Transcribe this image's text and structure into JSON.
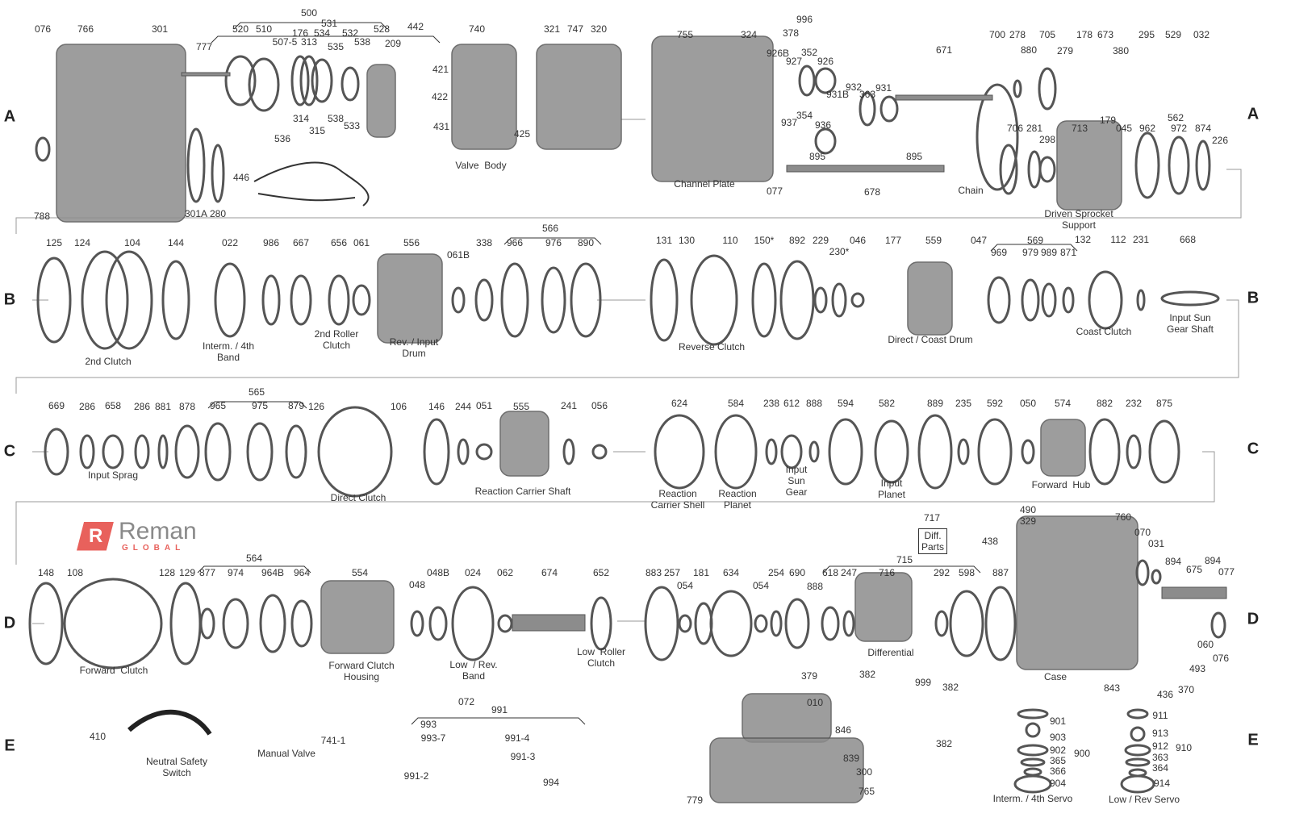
{
  "row_letters": [
    "A",
    "B",
    "C",
    "D",
    "E"
  ],
  "logo": {
    "name": "Reman",
    "sub": "GLOBAL",
    "mark": "R"
  },
  "diff_parts_box": "Diff.\nParts",
  "colors": {
    "part": "#8c8c8c",
    "part_dark": "#555555",
    "line": "#9a9a9a",
    "brand": "#e8615c"
  },
  "labels": [
    "076",
    "766",
    "301",
    "777",
    "788",
    "301A",
    "280",
    "500",
    "531",
    "520",
    "510",
    "507-5",
    "176",
    "313",
    "534",
    "532",
    "538",
    "535",
    "528",
    "209",
    "442",
    "314",
    "315",
    "538",
    "533",
    "536",
    "421",
    "422",
    "431",
    "446",
    "740",
    "Valve  Body",
    "425",
    "321",
    "747",
    "320",
    "996",
    "378",
    "755",
    "324",
    "926B",
    "927",
    "352",
    "926",
    "932",
    "931B",
    "363",
    "931",
    "671",
    "937",
    "354",
    "936",
    "895",
    "895",
    "Channel Plate",
    "077",
    "678",
    "Chain",
    "700",
    "278",
    "880",
    "705",
    "279",
    "178",
    "673",
    "380",
    "295",
    "529",
    "032",
    "562",
    "706",
    "281",
    "298",
    "713",
    "179",
    "045",
    "962",
    "972",
    "874",
    "226",
    "Driven Sprocket\nSupport",
    "125",
    "124",
    "104",
    "144",
    "2nd Clutch",
    "022",
    "Interm. / 4th\nBand",
    "986",
    "667",
    "656",
    "061",
    "2nd Roller\nClutch",
    "556",
    "Rev. / Input\nDrum",
    "061B",
    "338",
    "566",
    "966",
    "976",
    "890",
    "131",
    "130",
    "110",
    "150*",
    "892",
    "229",
    "230*",
    "046",
    "177",
    "559",
    "Reverse Clutch",
    "Direct / Coast Drum",
    "047",
    "569",
    "969",
    "979",
    "989",
    "871",
    "132",
    "112",
    "231",
    "668",
    "Coast Clutch",
    "Input Sun\nGear Shaft",
    "669",
    "286",
    "658",
    "286",
    "881",
    "878",
    "565",
    "965",
    "975",
    "879",
    "126",
    "106",
    "Direct Clutch",
    "Input Sprag",
    "146",
    "244",
    "051",
    "555",
    "241",
    "056",
    "Reaction Carrier Shaft",
    "624",
    "584",
    "238",
    "612",
    "888",
    "594",
    "582",
    "889",
    "235",
    "592",
    "050",
    "574",
    "882",
    "232",
    "875",
    "Reaction\nCarrier Shell",
    "Reaction\nPlanet",
    "Input\nSun\nGear",
    "Input\nPlanet",
    "Forward  Hub",
    "148",
    "108",
    "128",
    "129",
    "564",
    "877",
    "974",
    "964B",
    "964",
    "Forward  Clutch",
    "554",
    "048",
    "048B",
    "024",
    "062",
    "674",
    "652",
    "Forward Clutch\nHousing",
    "Low  / Rev.\nBand",
    "Low  Roller\nClutch",
    "883",
    "257",
    "054",
    "181",
    "634",
    "054",
    "254",
    "690",
    "888",
    "715",
    "618",
    "247",
    "716",
    "292",
    "598",
    "887",
    "Differential",
    "717",
    "490",
    "329",
    "438",
    "760",
    "070",
    "031",
    "894",
    "894",
    "675",
    "077",
    "060",
    "076",
    "493",
    "Case",
    "843",
    "436",
    "370",
    "410",
    "Neutral Safety\nSwitch",
    "741-1",
    "Manual Valve",
    "072",
    "991",
    "993",
    "993-7",
    "991-4",
    "991-3",
    "991-2",
    "994",
    "379",
    "010",
    "846",
    "839",
    "300",
    "765",
    "779",
    "382",
    "999",
    "382",
    "382",
    "901",
    "903",
    "902",
    "365",
    "366",
    "904",
    "900",
    "Interm. / 4th Servo",
    "911",
    "913",
    "912",
    "363",
    "364",
    "914",
    "910",
    "Low / Rev Servo"
  ]
}
